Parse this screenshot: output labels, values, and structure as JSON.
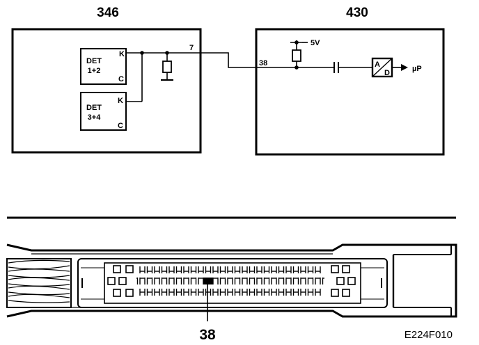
{
  "schematic": {
    "module_left": {
      "label": "346",
      "det_12": {
        "line1": "DET",
        "line2": "1+2",
        "k": "K",
        "c": "C"
      },
      "det_34": {
        "line1": "DET",
        "line2": "3+4",
        "k": "K",
        "c": "C"
      },
      "wire_label": "7"
    },
    "module_right": {
      "label": "430",
      "pin_label": "38",
      "supply": "5V",
      "adc_top": "A",
      "adc_bottom": "D",
      "output": "µP"
    }
  },
  "connector": {
    "highlighted_pin": "38"
  },
  "figure_code": "E224F010"
}
